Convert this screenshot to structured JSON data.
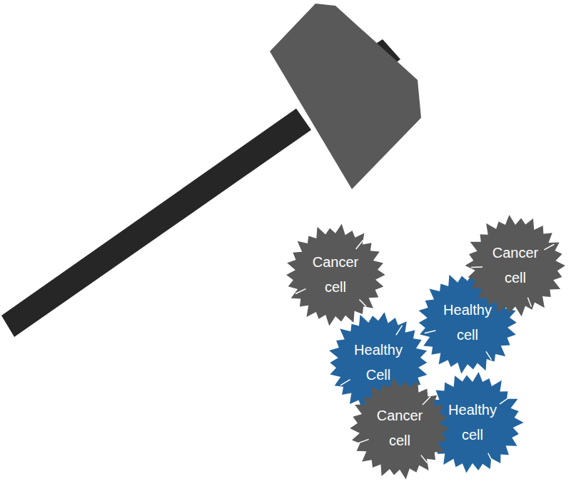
{
  "diagram": {
    "nodes": [
      {
        "text": [
          "Cancer cell"
        ]
      },
      {
        "text": [
          "Cancer cell"
        ]
      },
      {
        "text": [
          "Healthy cell"
        ]
      },
      {
        "text": [
          "Healthy Cell"
        ]
      },
      {
        "text": [
          "Healthy cell"
        ]
      },
      {
        "text": [
          "Cancer cell"
        ]
      }
    ]
  }
}
